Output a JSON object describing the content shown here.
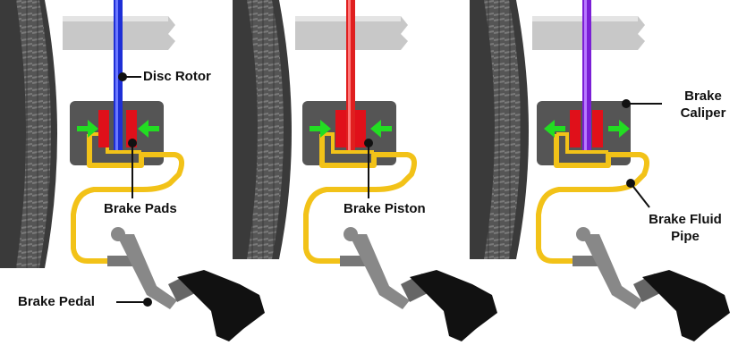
{
  "labels": {
    "disc_rotor": "Disc Rotor",
    "brake_pads": "Brake Pads",
    "brake_piston": "Brake Piston",
    "brake_caliper_line1": "Brake",
    "brake_caliper_line2": "Caliper",
    "brake_fluid_pipe_line1": "Brake Fluid",
    "brake_fluid_pipe_line2": "Pipe",
    "brake_pedal": "Brake Pedal"
  },
  "panels": [
    {
      "id": "panel-1",
      "rotor_color": "#1e2fd6",
      "arrow_direction": "inward"
    },
    {
      "id": "panel-2",
      "rotor_color": "#e01f1f",
      "arrow_direction": "inward"
    },
    {
      "id": "panel-3",
      "rotor_color": "#7b1fd6",
      "arrow_direction": "outward"
    }
  ],
  "colors": {
    "brake_pad": "#e0101a",
    "caliper": "#555555",
    "fluid_pipe": "#f2c218",
    "arrow": "#22dd22",
    "axle": "#c8c8c8",
    "tire": "#4a4a4a",
    "pedal_shoe": "#111111"
  }
}
